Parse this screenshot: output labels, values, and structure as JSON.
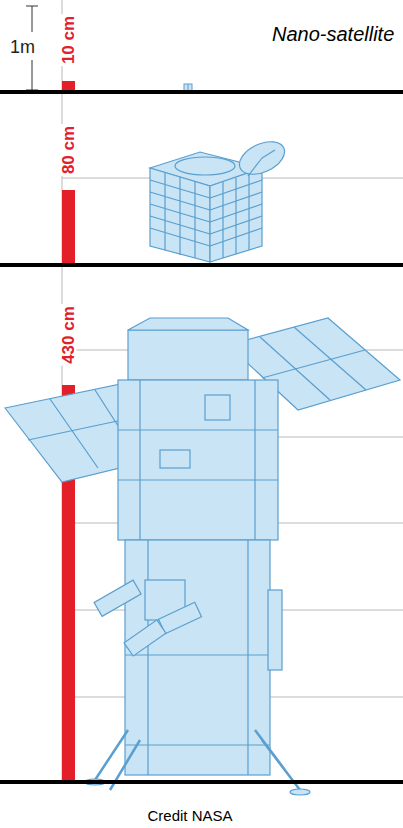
{
  "diagram": {
    "caption": "Credit NASA",
    "labels": [
      "1m",
      "10 cm",
      "Nano-satellite",
      "80 cm",
      "430 cm"
    ]
  }
}
